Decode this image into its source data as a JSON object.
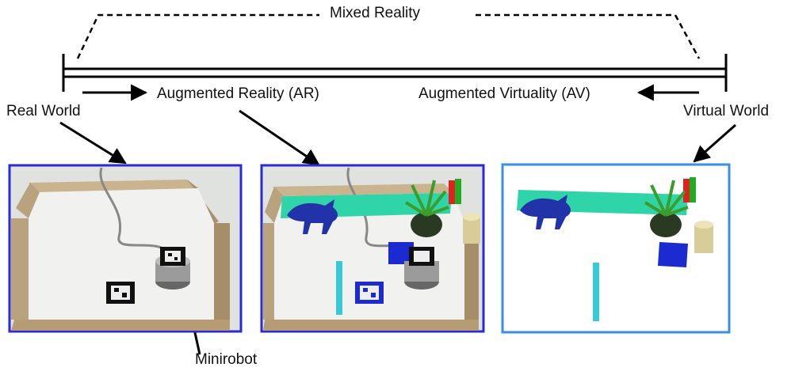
{
  "labels": {
    "mixed_reality": "Mixed Reality",
    "real_world": "Real World",
    "augmented_reality": "Augmented Reality (AR)",
    "augmented_virtuality": "Augmented Virtuality (AV)",
    "virtual_world": "Virtual World",
    "minirobot": "Minirobot"
  },
  "colors": {
    "panel_frame_blue": "#2b2bd6",
    "virtual_frame_blue": "#3b8fe0",
    "floor": "#e6e8e6",
    "wood": "#b9a27e",
    "teal_wall": "#2fd4a8",
    "dinosaur": "#2233aa",
    "blue_box": "#1b2bd0",
    "cyan_post": "#39c8d6",
    "cylinder": "#d8cc98"
  },
  "panels": [
    {
      "name": "real-world-photo",
      "icons": [
        "tray-icon",
        "cable-icon",
        "marker-icon",
        "minirobot-icon"
      ]
    },
    {
      "name": "augmented-reality-view",
      "icons": [
        "tray-icon",
        "teal-wall-icon",
        "dinosaur-icon",
        "plant-icon",
        "blue-box-icon",
        "cyan-post-icon",
        "cylinder-icon",
        "marker-icon",
        "minirobot-icon"
      ]
    },
    {
      "name": "virtual-world-render",
      "icons": [
        "teal-wall-icon",
        "dinosaur-icon",
        "plant-icon",
        "blue-box-icon",
        "cyan-post-icon",
        "cylinder-icon"
      ]
    }
  ]
}
